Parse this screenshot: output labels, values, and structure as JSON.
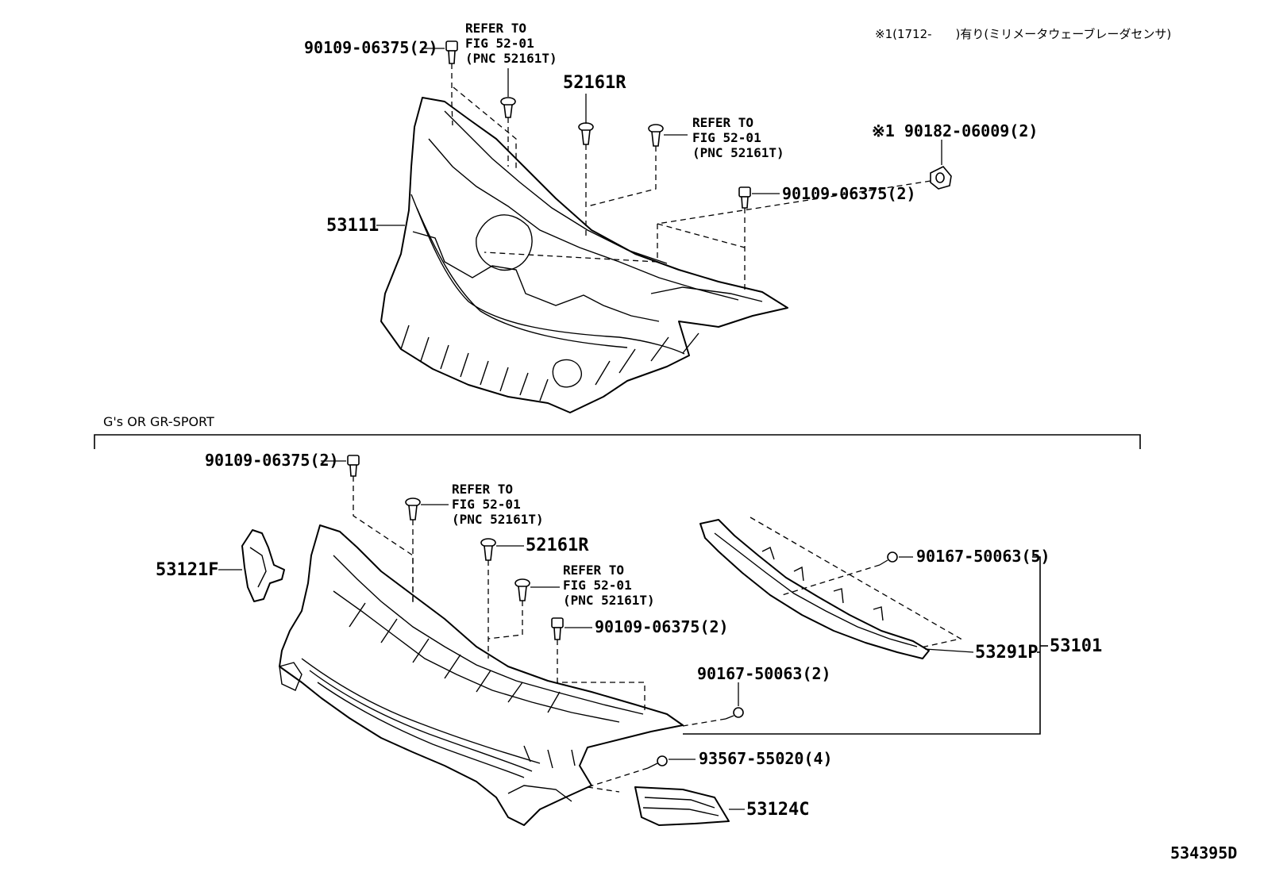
{
  "note": {
    "header": "※1(1712-　　)有り(ミリメータウェーブレーダセンサ)"
  },
  "upper": {
    "bolt_top_left": "90109-06375(2)",
    "refer_a": [
      "REFER TO",
      "FIG 52-01",
      "(PNC 52161T)"
    ],
    "clip_52161r": "52161R",
    "refer_b": [
      "REFER TO",
      "FIG 52-01",
      "(PNC 52161T)"
    ],
    "sensor_nut": "※1 90182-06009(2)",
    "bolt_right": "90109-06375(2)",
    "grille": "53111"
  },
  "section_label": "G's OR GR-SPORT",
  "lower": {
    "bolt_top_left": "90109-06375(2)",
    "refer_a": [
      "REFER TO",
      "FIG 52-01",
      "(PNC 52161T)"
    ],
    "clip_52161r": "52161R",
    "refer_b": [
      "REFER TO",
      "FIG 52-01",
      "(PNC 52161T)"
    ],
    "bolt_center": "90109-06375(2)",
    "emblem_cover": "53121F",
    "screw_5": "90167-50063(5)",
    "screw_2": "90167-50063(2)",
    "molding": "53291P",
    "grille_assy": "53101",
    "screw_4": "93567-55020(4)",
    "lower_grille": "53124C"
  },
  "figure_id": "534395D"
}
